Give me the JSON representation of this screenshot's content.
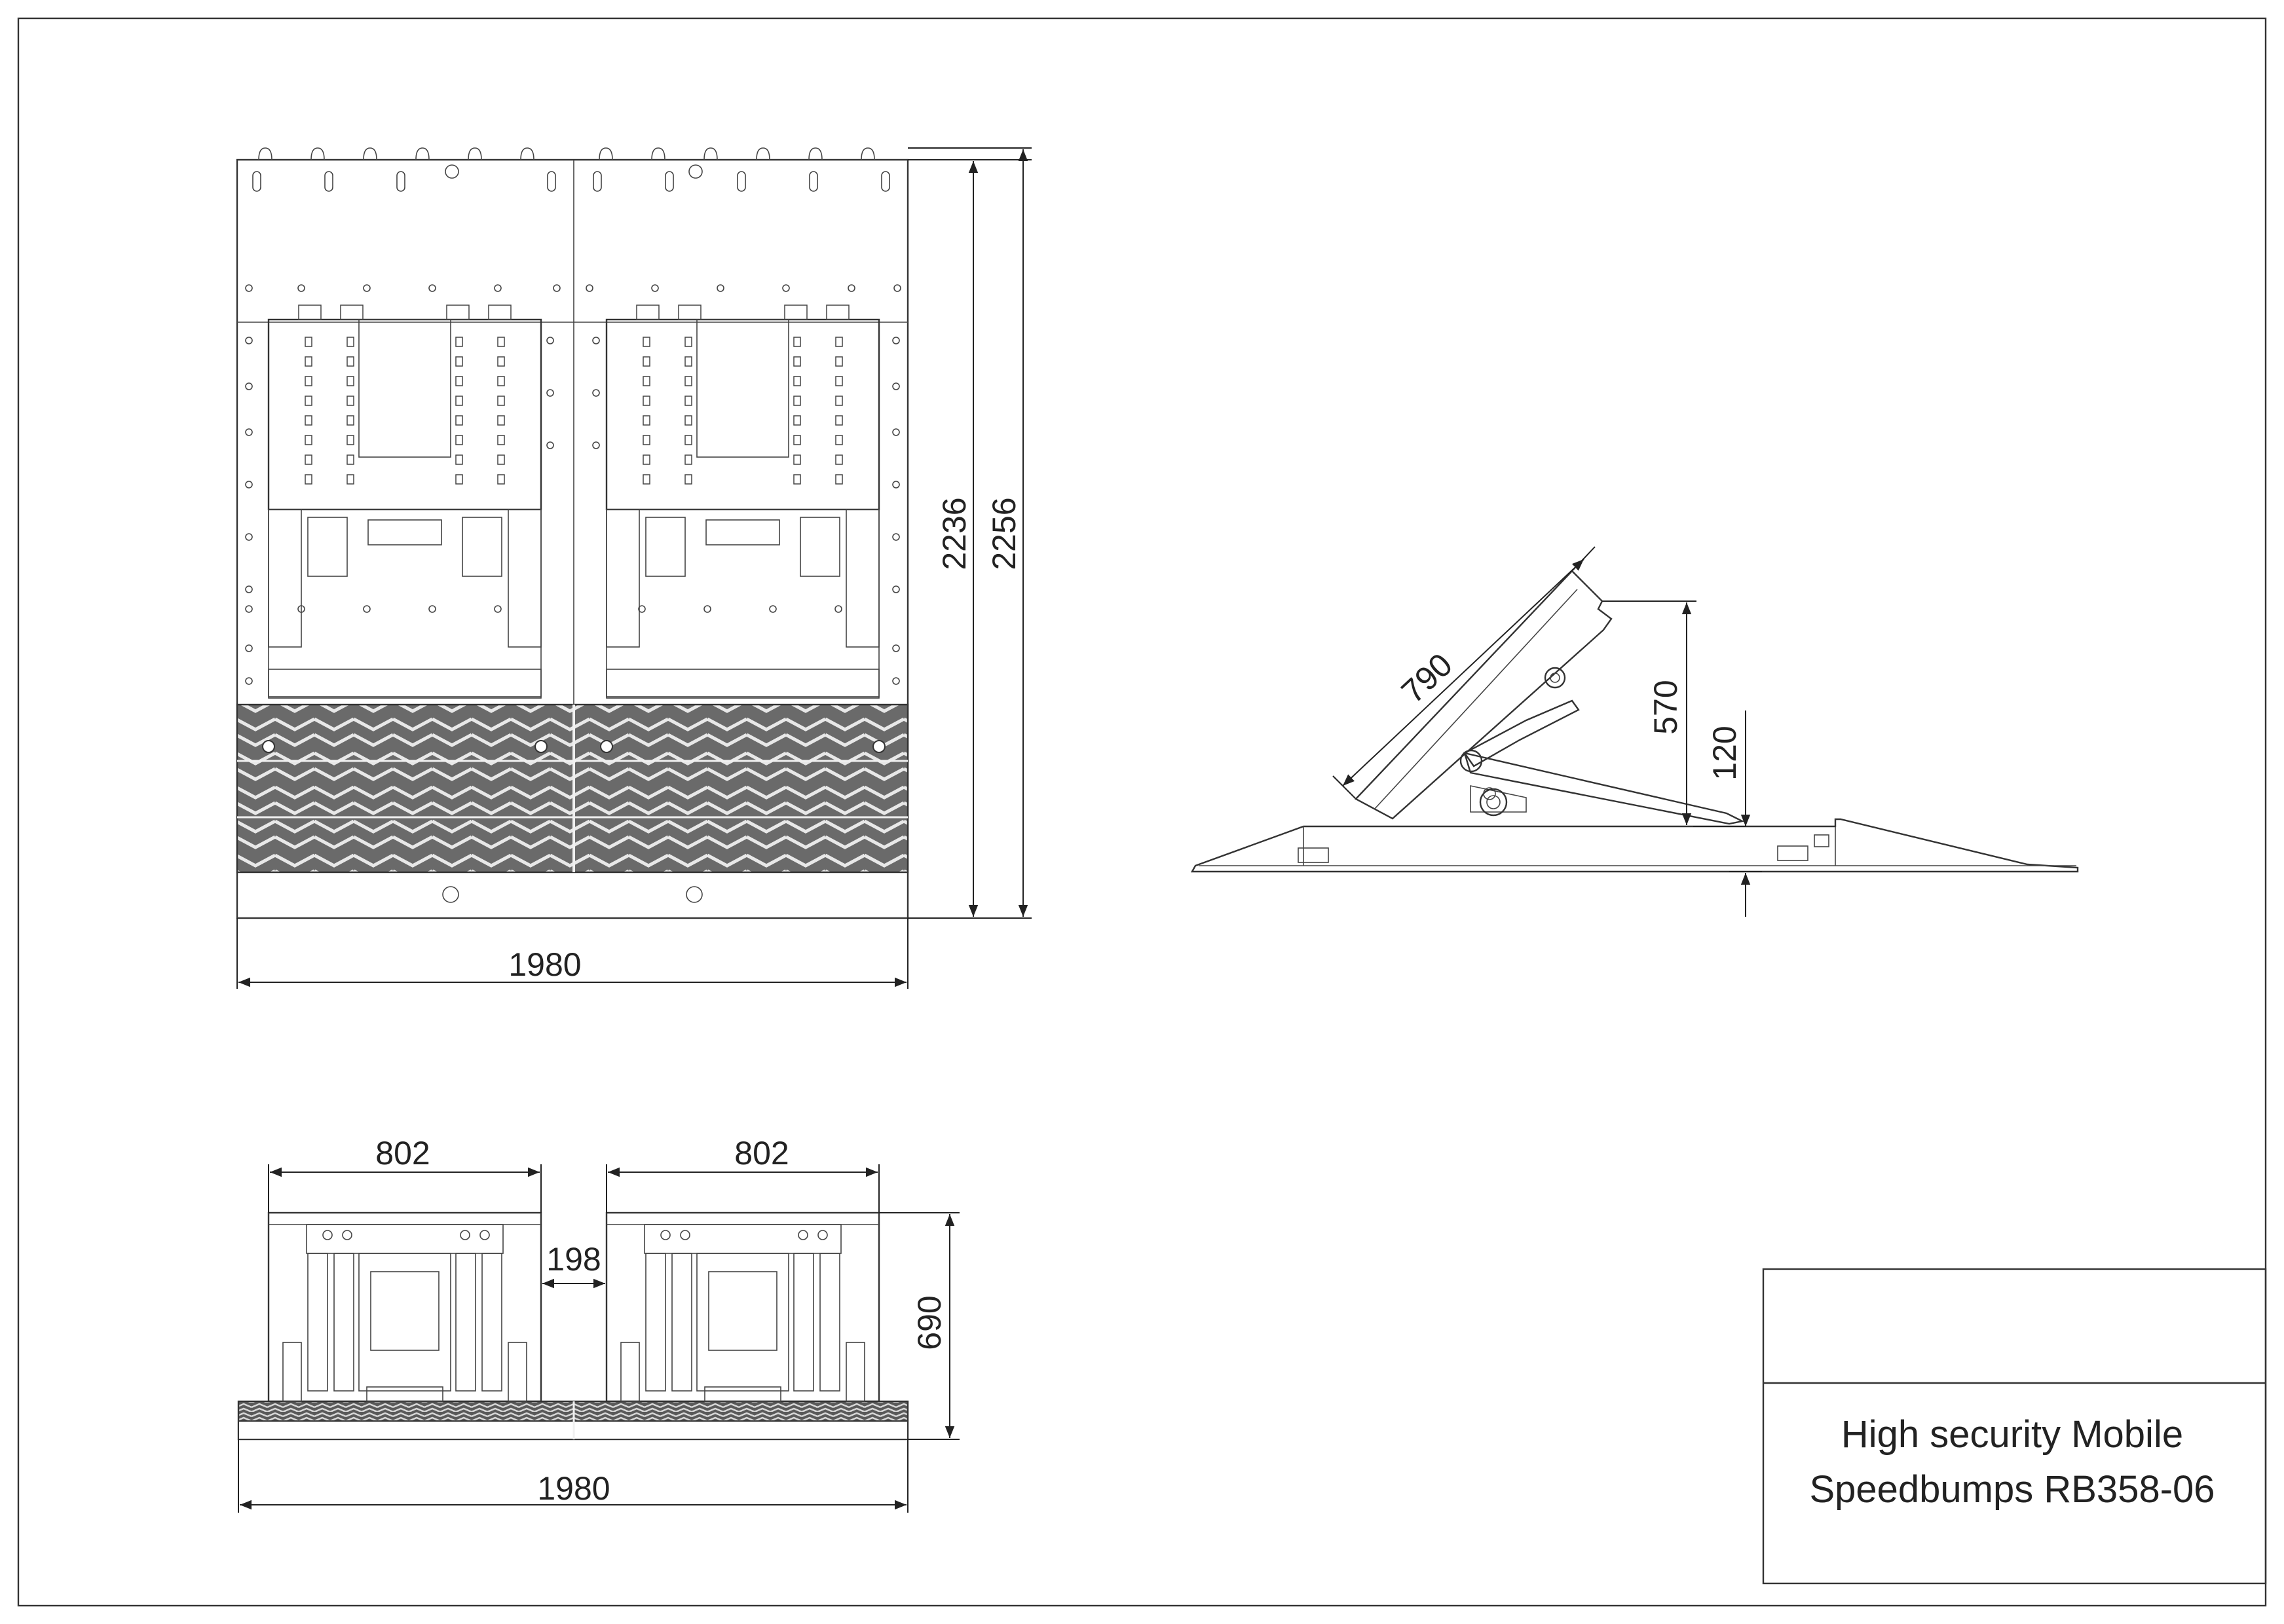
{
  "views": {
    "top": {
      "dim_width": "1980",
      "dim_height_inner": "2236",
      "dim_height_outer": "2256"
    },
    "side": {
      "dim_length": "790",
      "dim_height": "570",
      "dim_base": "120"
    },
    "front": {
      "dim_module_left": "802",
      "dim_module_right": "802",
      "dim_gap": "198",
      "dim_height": "690",
      "dim_width": "1980"
    }
  },
  "title_block": {
    "title_line_1": "High security Mobile",
    "title_line_2": "Speedbumps RB358-06"
  },
  "colors": {
    "line": "#333333",
    "background": "#ffffff"
  }
}
